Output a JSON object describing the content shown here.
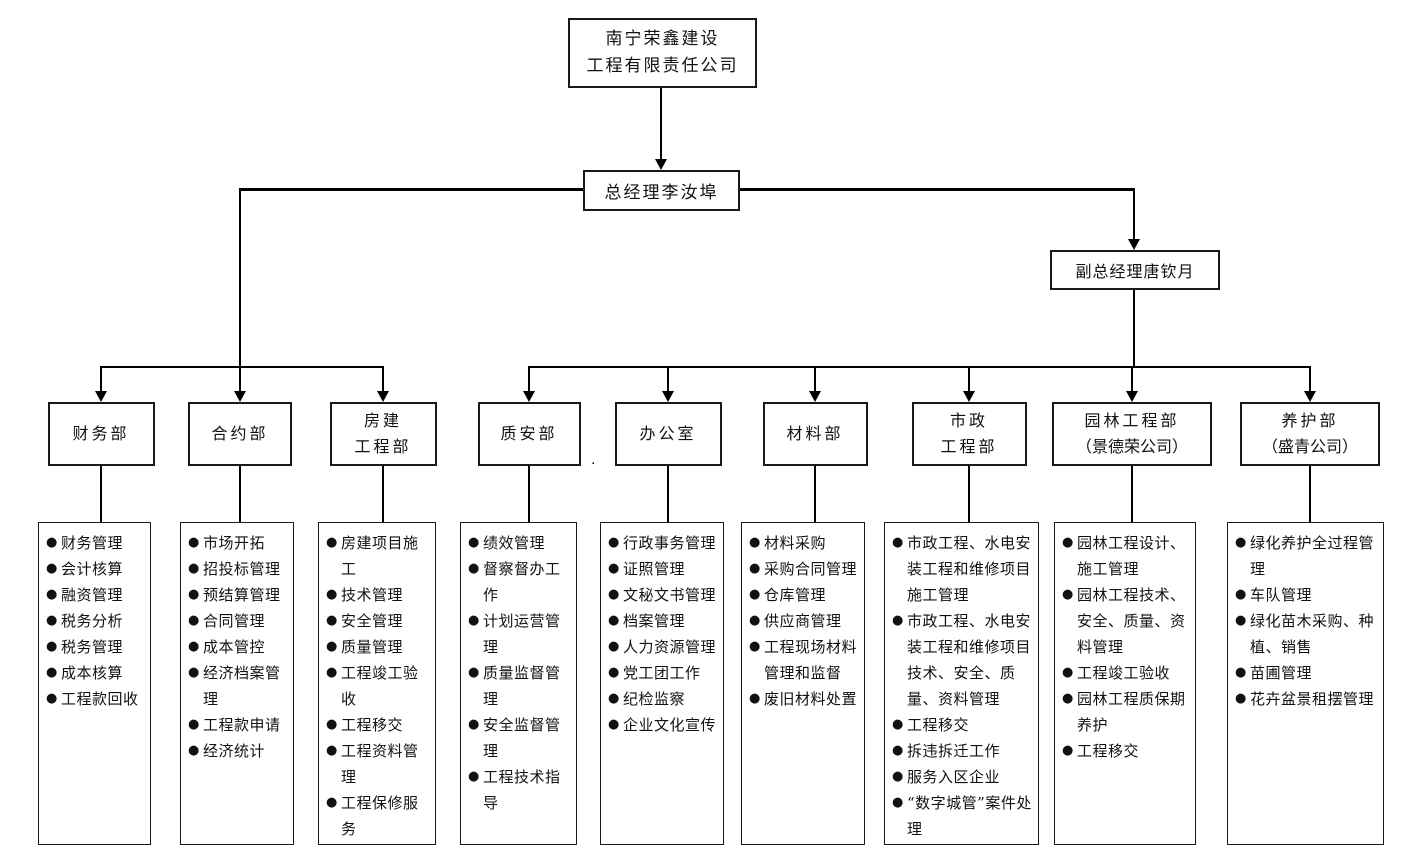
{
  "colors": {
    "line": "#000000",
    "border": "#1a1a1a",
    "background": "#ffffff"
  },
  "chart": {
    "root": {
      "line1": "南宁荣鑫建设",
      "line2": "工程有限责任公司"
    },
    "gm": {
      "label": "总经理李汝埠"
    },
    "dgm": {
      "label": "副总经理唐钦月"
    },
    "stray_dot": ".",
    "bullet": "●",
    "departments": [
      {
        "name": [
          "财务部"
        ],
        "duties": [
          "财务管理",
          "会计核算",
          "融资管理",
          "税务分析",
          "税务管理",
          "成本核算",
          "工程款回收"
        ]
      },
      {
        "name": [
          "合约部"
        ],
        "duties": [
          "市场开拓",
          "招投标管理",
          "预结算管理",
          "合同管理",
          "成本管控",
          "经济档案管理",
          "工程款申请",
          "经济统计"
        ]
      },
      {
        "name": [
          "房建",
          "工程部"
        ],
        "duties": [
          "房建项目施工",
          "技术管理",
          "安全管理",
          "质量管理",
          "工程竣工验收",
          "工程移交",
          "工程资料管理",
          "工程保修服务"
        ]
      },
      {
        "name": [
          "质安部"
        ],
        "duties": [
          "绩效管理",
          "督察督办工作",
          "计划运营管理",
          "质量监督管理",
          "安全监督管理",
          "工程技术指导"
        ]
      },
      {
        "name": [
          "办公室"
        ],
        "duties": [
          "行政事务管理",
          "证照管理",
          "文秘文书管理",
          "档案管理",
          "人力资源管理",
          "党工团工作",
          "纪检监察",
          "企业文化宣传"
        ]
      },
      {
        "name": [
          "材料部"
        ],
        "duties": [
          "材料采购",
          "采购合同管理",
          "仓库管理",
          "供应商管理",
          "工程现场材料管理和监督",
          "废旧材料处置"
        ]
      },
      {
        "name": [
          "市政",
          "工程部"
        ],
        "duties": [
          "市政工程、水电安装工程和维修项目施工管理",
          "市政工程、水电安装工程和维修项目技术、安全、质量、资料管理",
          "工程移交",
          "拆违拆迁工作",
          "服务入区企业",
          "“数字城管”案件处理"
        ]
      },
      {
        "name": [
          "园林工程部",
          "（景德荣公司）"
        ],
        "duties": [
          "园林工程设计、施工管理",
          "园林工程技术、安全、质量、资料管理",
          "工程竣工验收",
          "园林工程质保期养护",
          "工程移交"
        ]
      },
      {
        "name": [
          "养护部",
          "（盛青公司）"
        ],
        "duties": [
          "绿化养护全过程管理",
          "车队管理",
          "绿化苗木采购、种植、销售",
          "苗圃管理",
          "花卉盆景租摆管理"
        ]
      }
    ]
  }
}
